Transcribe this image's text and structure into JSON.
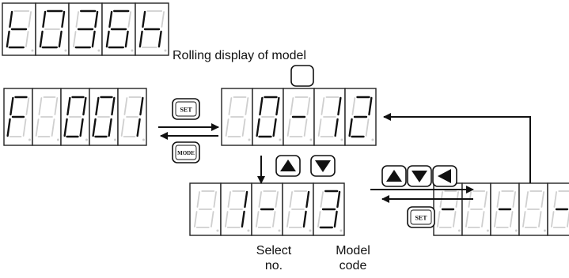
{
  "captions": {
    "rolling": "Rolling display of model",
    "select_line1": "Select",
    "select_line2": "no.",
    "model_line1": "Model",
    "model_line2": "code"
  },
  "buttons": {
    "set_top": "SET",
    "mode": "MODE",
    "set_bottom": "SET"
  },
  "icons": {
    "blank_key": "blank-key-icon",
    "up_key": "up-triangle-icon",
    "down_key": "down-triangle-icon",
    "left_key": "left-triangle-icon"
  },
  "displays": [
    {
      "id": "display-t036h",
      "digits": [
        "t",
        "0",
        "3",
        "6",
        "h"
      ]
    },
    {
      "id": "display-f001",
      "digits": [
        "F",
        "",
        "0",
        "0",
        "1"
      ]
    },
    {
      "id": "display-10-12",
      "digits": [
        "",
        "0",
        "-",
        "1",
        "2"
      ]
    },
    {
      "id": "display-11-13",
      "digits": [
        "",
        "1",
        "-",
        "1",
        "3"
      ]
    },
    {
      "id": "display-dashes",
      "digits": [
        "-",
        "",
        "-",
        "",
        "-"
      ]
    }
  ],
  "colors": {
    "segment_on": "#111111",
    "segment_off": "#cfcfcf",
    "frame": "#222222",
    "background": "#ffffff"
  }
}
